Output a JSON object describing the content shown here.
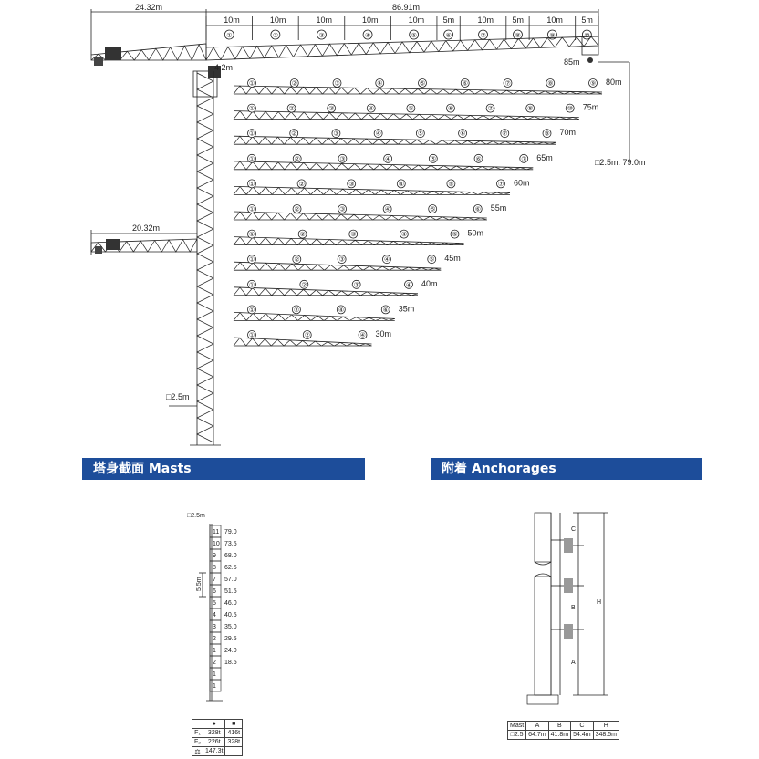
{
  "top_dims": {
    "counter_jib": "24.32m",
    "total_jib": "86.91m",
    "segments": [
      "10m",
      "10m",
      "10m",
      "10m",
      "10m",
      "5m",
      "10m",
      "5m",
      "10m",
      "5m"
    ],
    "segment_ids": [
      "①",
      "②",
      "③",
      "④",
      "⑤",
      "⑥",
      "⑦",
      "⑧",
      "⑨",
      "⑩"
    ],
    "tip_height": "85m",
    "pivot": "4.2m",
    "mast_height": "□2.5m: 79.0m"
  },
  "jibs": [
    {
      "length": "80m",
      "ids": [
        "①",
        "②",
        "③",
        "④",
        "⑤",
        "⑥",
        "⑦",
        "⑧",
        "⑨"
      ]
    },
    {
      "length": "75m",
      "ids": [
        "①",
        "②",
        "③",
        "④",
        "⑤",
        "⑥",
        "⑦",
        "⑧",
        "⑩"
      ]
    },
    {
      "length": "70m",
      "ids": [
        "①",
        "②",
        "③",
        "④",
        "⑤",
        "⑥",
        "⑦",
        "⑧"
      ]
    },
    {
      "length": "65m",
      "ids": [
        "①",
        "②",
        "③",
        "④",
        "⑤",
        "⑥",
        "⑦"
      ]
    },
    {
      "length": "60m",
      "ids": [
        "①",
        "②",
        "③",
        "④",
        "⑤",
        "⑦"
      ]
    },
    {
      "length": "55m",
      "ids": [
        "①",
        "②",
        "③",
        "④",
        "⑤",
        "⑥"
      ]
    },
    {
      "length": "50m",
      "ids": [
        "①",
        "②",
        "③",
        "④",
        "⑤"
      ]
    },
    {
      "length": "45m",
      "ids": [
        "①",
        "②",
        "③",
        "④",
        "⑥"
      ]
    },
    {
      "length": "40m",
      "ids": [
        "①",
        "②",
        "③",
        "④"
      ]
    },
    {
      "length": "35m",
      "ids": [
        "①",
        "②",
        "④",
        "⑥"
      ]
    },
    {
      "length": "30m",
      "ids": [
        "①",
        "②",
        "④"
      ]
    }
  ],
  "small_crane": {
    "counter_jib": "20.32m"
  },
  "mast_label": "□2.5m",
  "sections": {
    "masts_title": "塔身截面 Masts",
    "anchorages_title": "附着 Anchorages"
  },
  "mast_table": {
    "header": "□2.5m",
    "rows": [
      {
        "n": "11",
        "h": "79.0"
      },
      {
        "n": "10",
        "h": "73.5"
      },
      {
        "n": "9",
        "h": "68.0"
      },
      {
        "n": "8",
        "h": "62.5"
      },
      {
        "n": "7",
        "h": "57.0"
      },
      {
        "n": "6",
        "h": "51.5"
      },
      {
        "n": "5",
        "h": "46.0"
      },
      {
        "n": "4",
        "h": "40.5"
      },
      {
        "n": "3",
        "h": "35.0"
      },
      {
        "n": "2",
        "h": "29.5"
      },
      {
        "n": "1",
        "h": "24.0"
      },
      {
        "n": "2",
        "h": "18.5"
      },
      {
        "n": "1",
        "h": ""
      },
      {
        "n": "1",
        "h": ""
      }
    ],
    "section_height": "5.5m"
  },
  "force_table": {
    "headers": [
      "",
      "●",
      "■"
    ],
    "rows": [
      [
        "F₁",
        "328t",
        "416t"
      ],
      [
        "F₂",
        "226t",
        "328t"
      ],
      [
        "⚖",
        "147.3t",
        ""
      ]
    ]
  },
  "anchor_labels": {
    "c": "C",
    "b": "B",
    "a": "A",
    "h": "H"
  },
  "anchor_table": {
    "headers": [
      "Mast",
      "A",
      "B",
      "C",
      "H"
    ],
    "row": [
      "□2.5",
      "64.7m",
      "41.8m",
      "54.4m",
      "348.5m"
    ]
  }
}
